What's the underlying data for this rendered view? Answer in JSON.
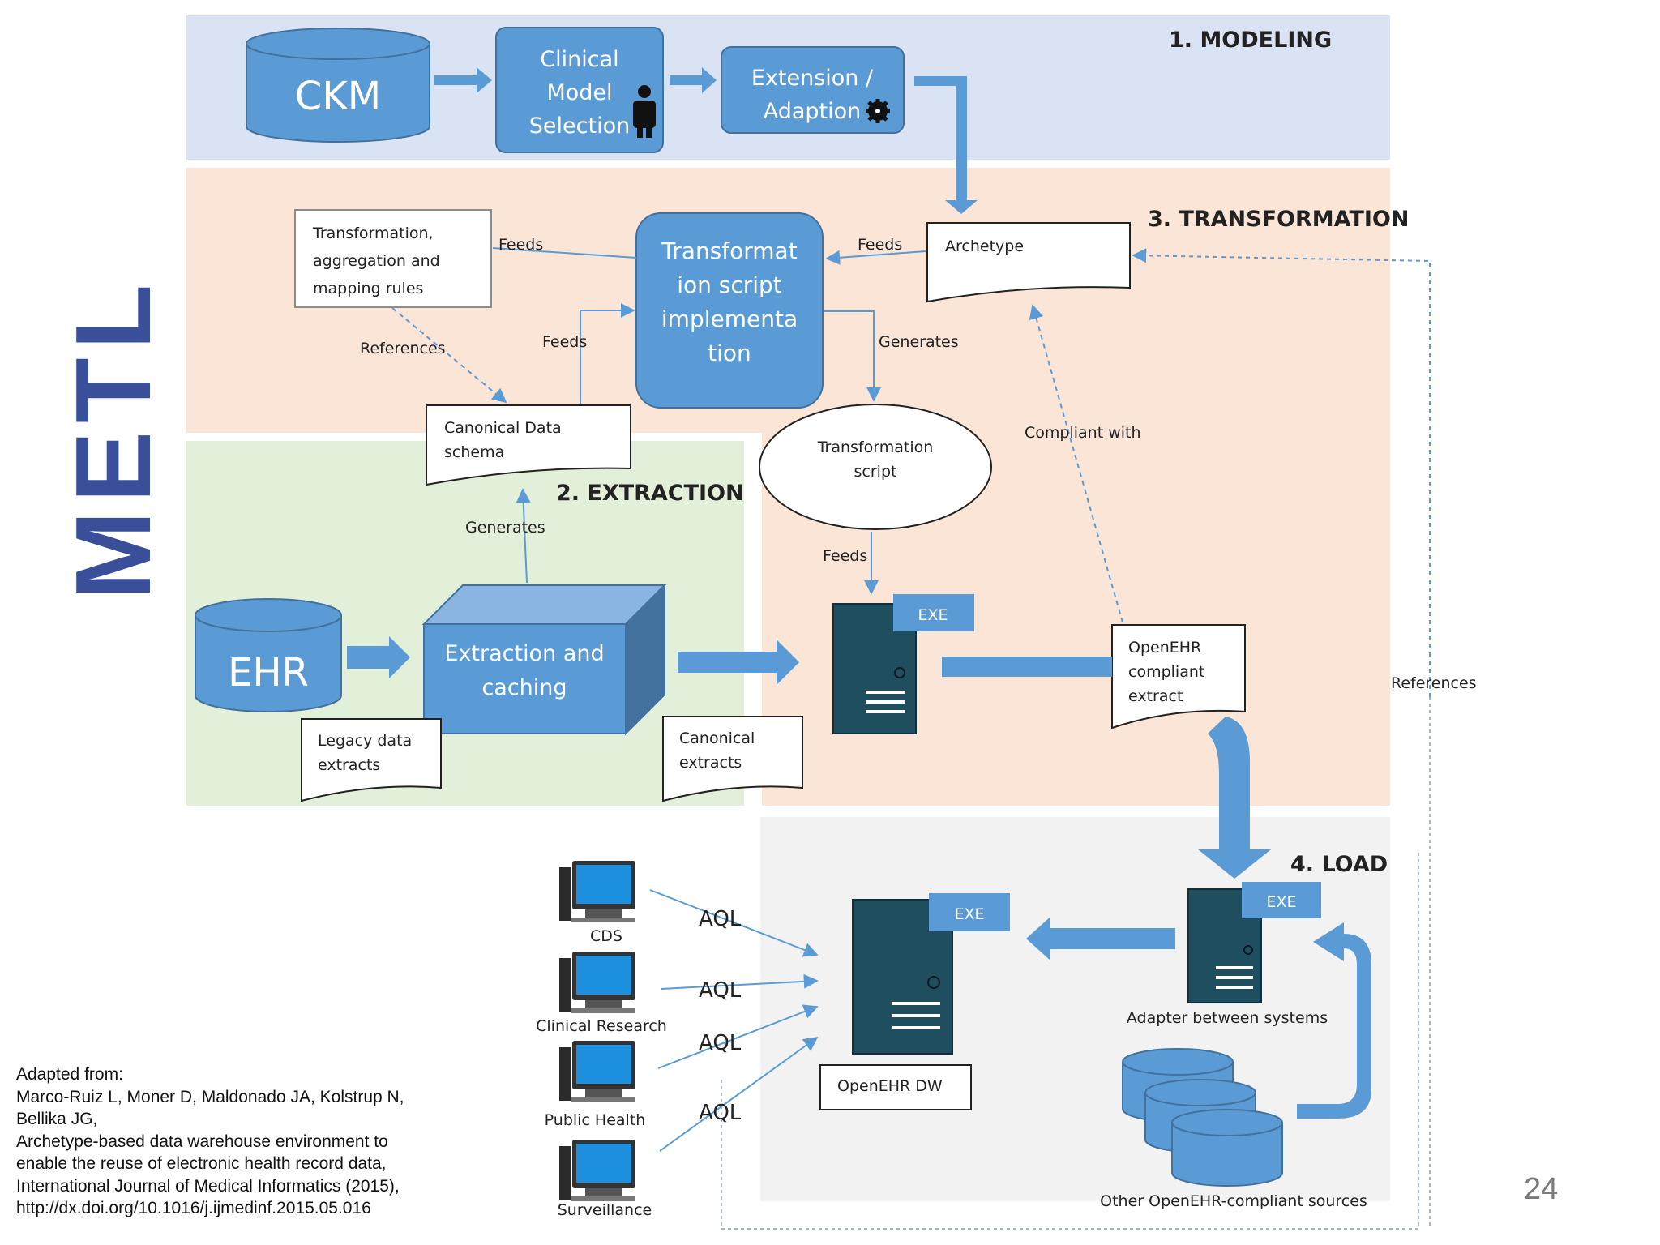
{
  "slide": {
    "vertical_title": "METL",
    "page_number": "24",
    "reference_lines": [
      "Adapted from:",
      "Marco-Ruiz L, Moner D, Maldonado JA, Kolstrup N,",
      "Bellika JG,",
      "Archetype-based data warehouse environment to",
      "enable the reuse of electronic health record data,",
      "International Journal of Medical Informatics (2015),",
      "http://dx.doi.org/10.1016/j.ijmedinf.2015.05.016"
    ]
  },
  "regions": {
    "modeling": "1.    MODELING",
    "transformation": "3. TRANSFORMATION",
    "extraction": "2.    EXTRACTION",
    "load": "4. LOAD"
  },
  "modeling": {
    "ckm": "CKM",
    "clinical_model_selection": [
      "Clinical",
      "Model",
      "Selection"
    ],
    "extension_adaption": [
      "Extension /",
      "Adaption"
    ]
  },
  "transformation": {
    "rules_doc": [
      "Transformation,",
      "aggregation and",
      "mapping rules"
    ],
    "script_impl": [
      "Transformat",
      "ion script",
      "implementa",
      "tion"
    ],
    "archetype_doc": "Archetype",
    "canonical_schema_doc": [
      "Canonical Data",
      "schema"
    ],
    "transformation_script": [
      "Transformation",
      "script"
    ],
    "openehr_extract_doc": [
      "OpenEHR",
      "compliant",
      "extract"
    ]
  },
  "extraction": {
    "ehr": "EHR",
    "extraction_caching": [
      "Extraction and",
      "caching"
    ],
    "legacy_doc": [
      "Legacy data",
      "extracts"
    ],
    "canonical_extracts_doc": [
      "Canonical",
      "extracts"
    ]
  },
  "load": {
    "exe": "EXE",
    "dw_label": "OpenEHR DW",
    "adapter_label": "Adapter between systems",
    "other_sources_label": "Other OpenEHR-compliant sources",
    "clients": [
      "CDS",
      "Clinical Research",
      "Public Health",
      "Surveillance"
    ],
    "query_label": "AQL"
  },
  "edge_labels": {
    "feeds": "Feeds",
    "references": "References",
    "generates": "Generates",
    "compliant_with": "Compliant with"
  },
  "colors": {
    "modeling_bg": "#dae3f3",
    "transformation_bg": "#fbe5d6",
    "extraction_bg": "#e2f0d9",
    "load_bg": "#f2f2f2",
    "shape_blue": "#5b9bd5",
    "server_dark": "#1f4e5f",
    "title_blue": "#3a4f9a"
  }
}
